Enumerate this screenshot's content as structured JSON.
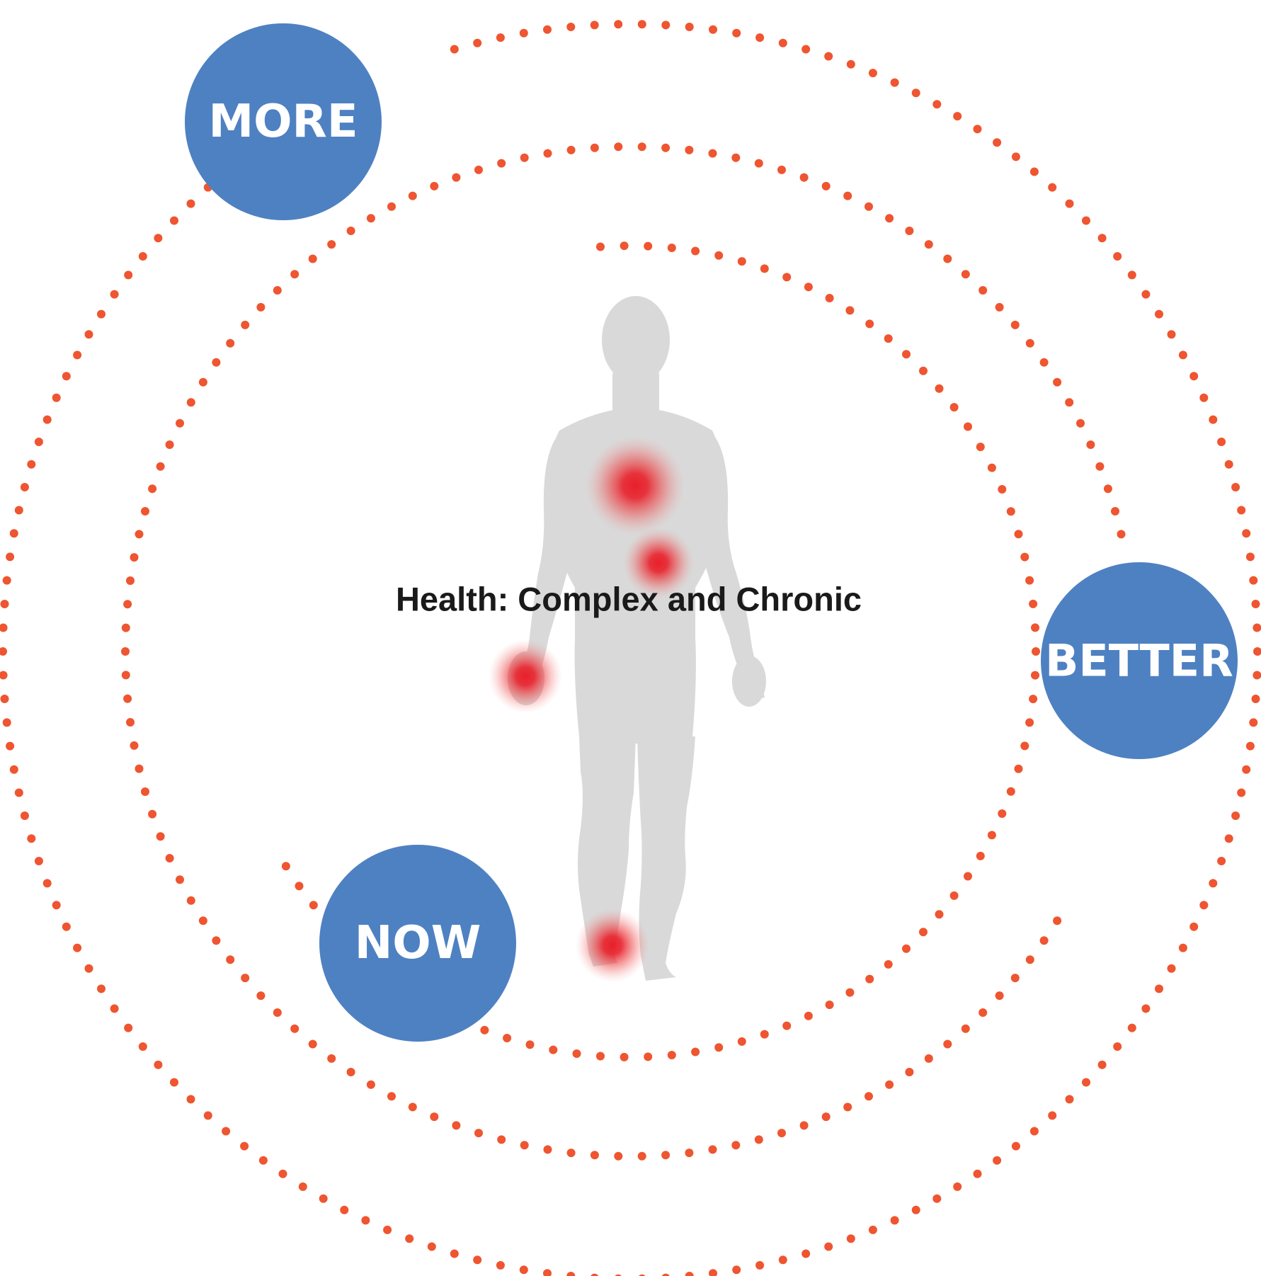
{
  "diagram": {
    "center_title": "Health: Complex and Chronic",
    "badges": {
      "more": "MORE",
      "better": "BETTER",
      "now": "NOW"
    }
  },
  "colors": {
    "badge_fill": "#4E81C2",
    "dot_color": "#EE5530",
    "figure_fill": "#D9D9D9",
    "hotspot_core": "#E8202A",
    "title_text": "#1a1a1a"
  },
  "icons": {
    "figure": "human-body-silhouette-icon",
    "hotspots": [
      "chest-pain-hotspot",
      "abdomen-pain-hotspot",
      "hand-pain-hotspot",
      "ankle-pain-hotspot"
    ]
  }
}
